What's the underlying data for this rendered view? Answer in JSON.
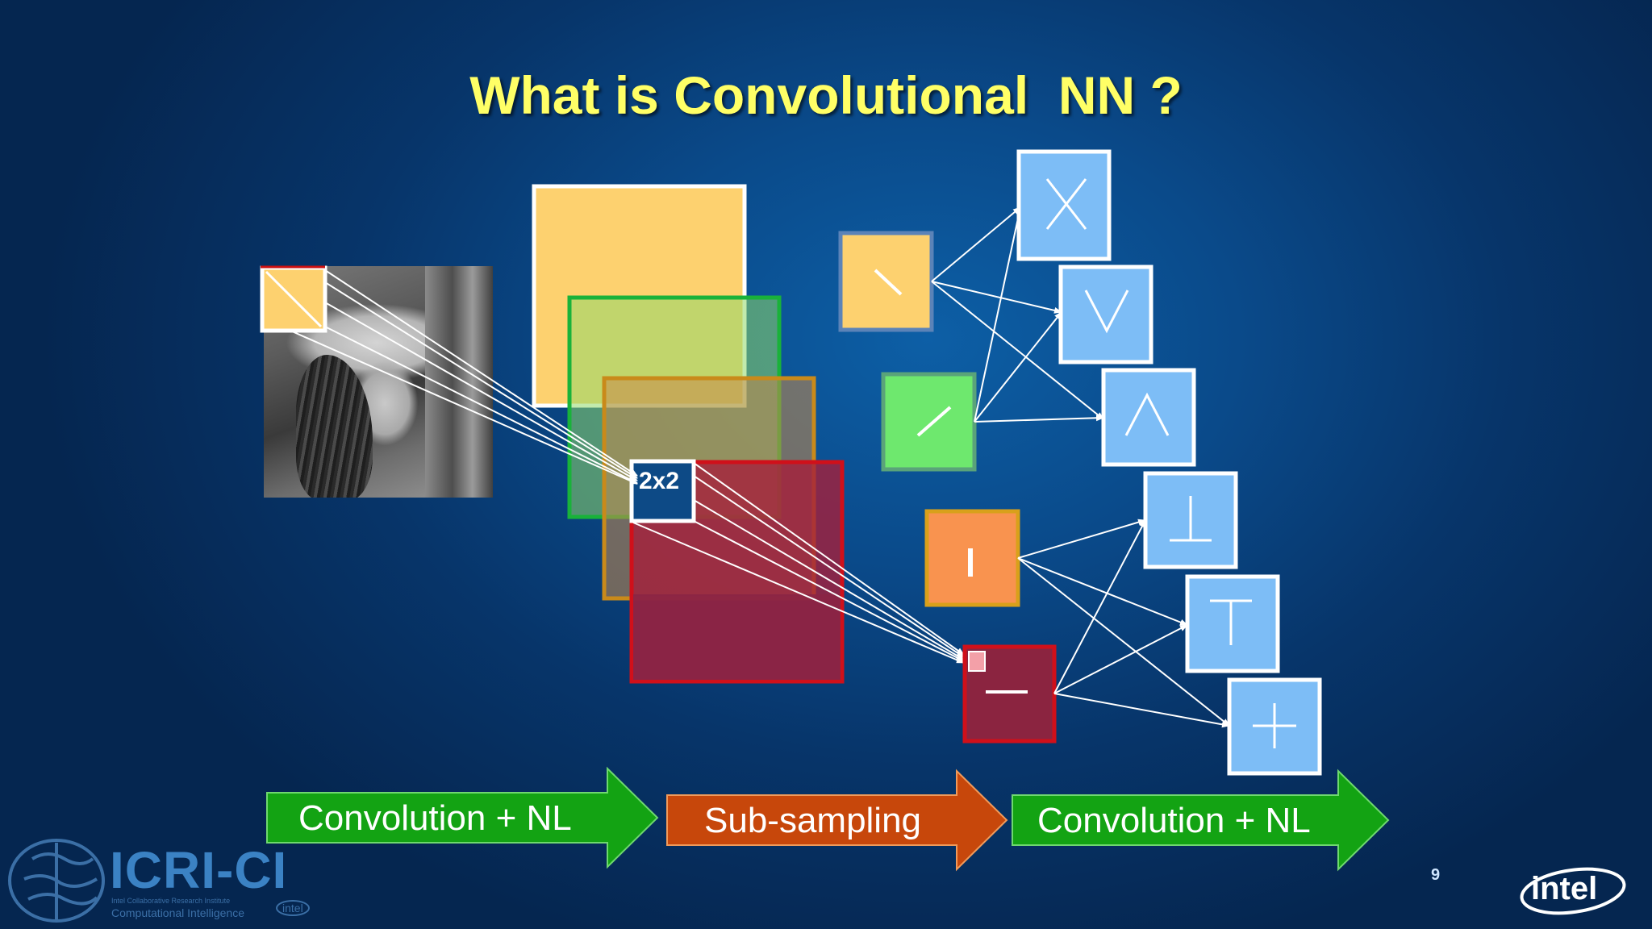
{
  "slide": {
    "title": "What is Convolutional  NN ?",
    "page_number": "9"
  },
  "feature_map": {
    "window_label": "2x2"
  },
  "subsampled_maps": [
    {
      "symbol": "\\",
      "color": "#fdd16f"
    },
    {
      "symbol": "/",
      "color": "#6ee86e"
    },
    {
      "symbol": "I",
      "color": "#f9934f"
    },
    {
      "symbol": "—",
      "color": "#8b2440"
    }
  ],
  "second_layer_maps": [
    {
      "symbol": "X"
    },
    {
      "symbol": "V"
    },
    {
      "symbol": "Λ"
    },
    {
      "symbol": "⊥"
    },
    {
      "symbol": "T"
    },
    {
      "symbol": "+"
    }
  ],
  "pipeline": [
    {
      "label": "Convolution + NL",
      "color": "#13a313"
    },
    {
      "label": "Sub-sampling",
      "color": "#c7470b"
    },
    {
      "label": "Convolution + NL",
      "color": "#13a313"
    }
  ],
  "logos": {
    "institute": "ICRI-CI",
    "institute_line1": "Intel Collaborative Research Institute",
    "institute_line2": "Computational Intelligence",
    "institute_intel": "intel",
    "intel": "intel"
  },
  "colors": {
    "title": "#ffff66",
    "second_layer_fill": "#7dbdf6",
    "background": "#0a4a8a"
  }
}
